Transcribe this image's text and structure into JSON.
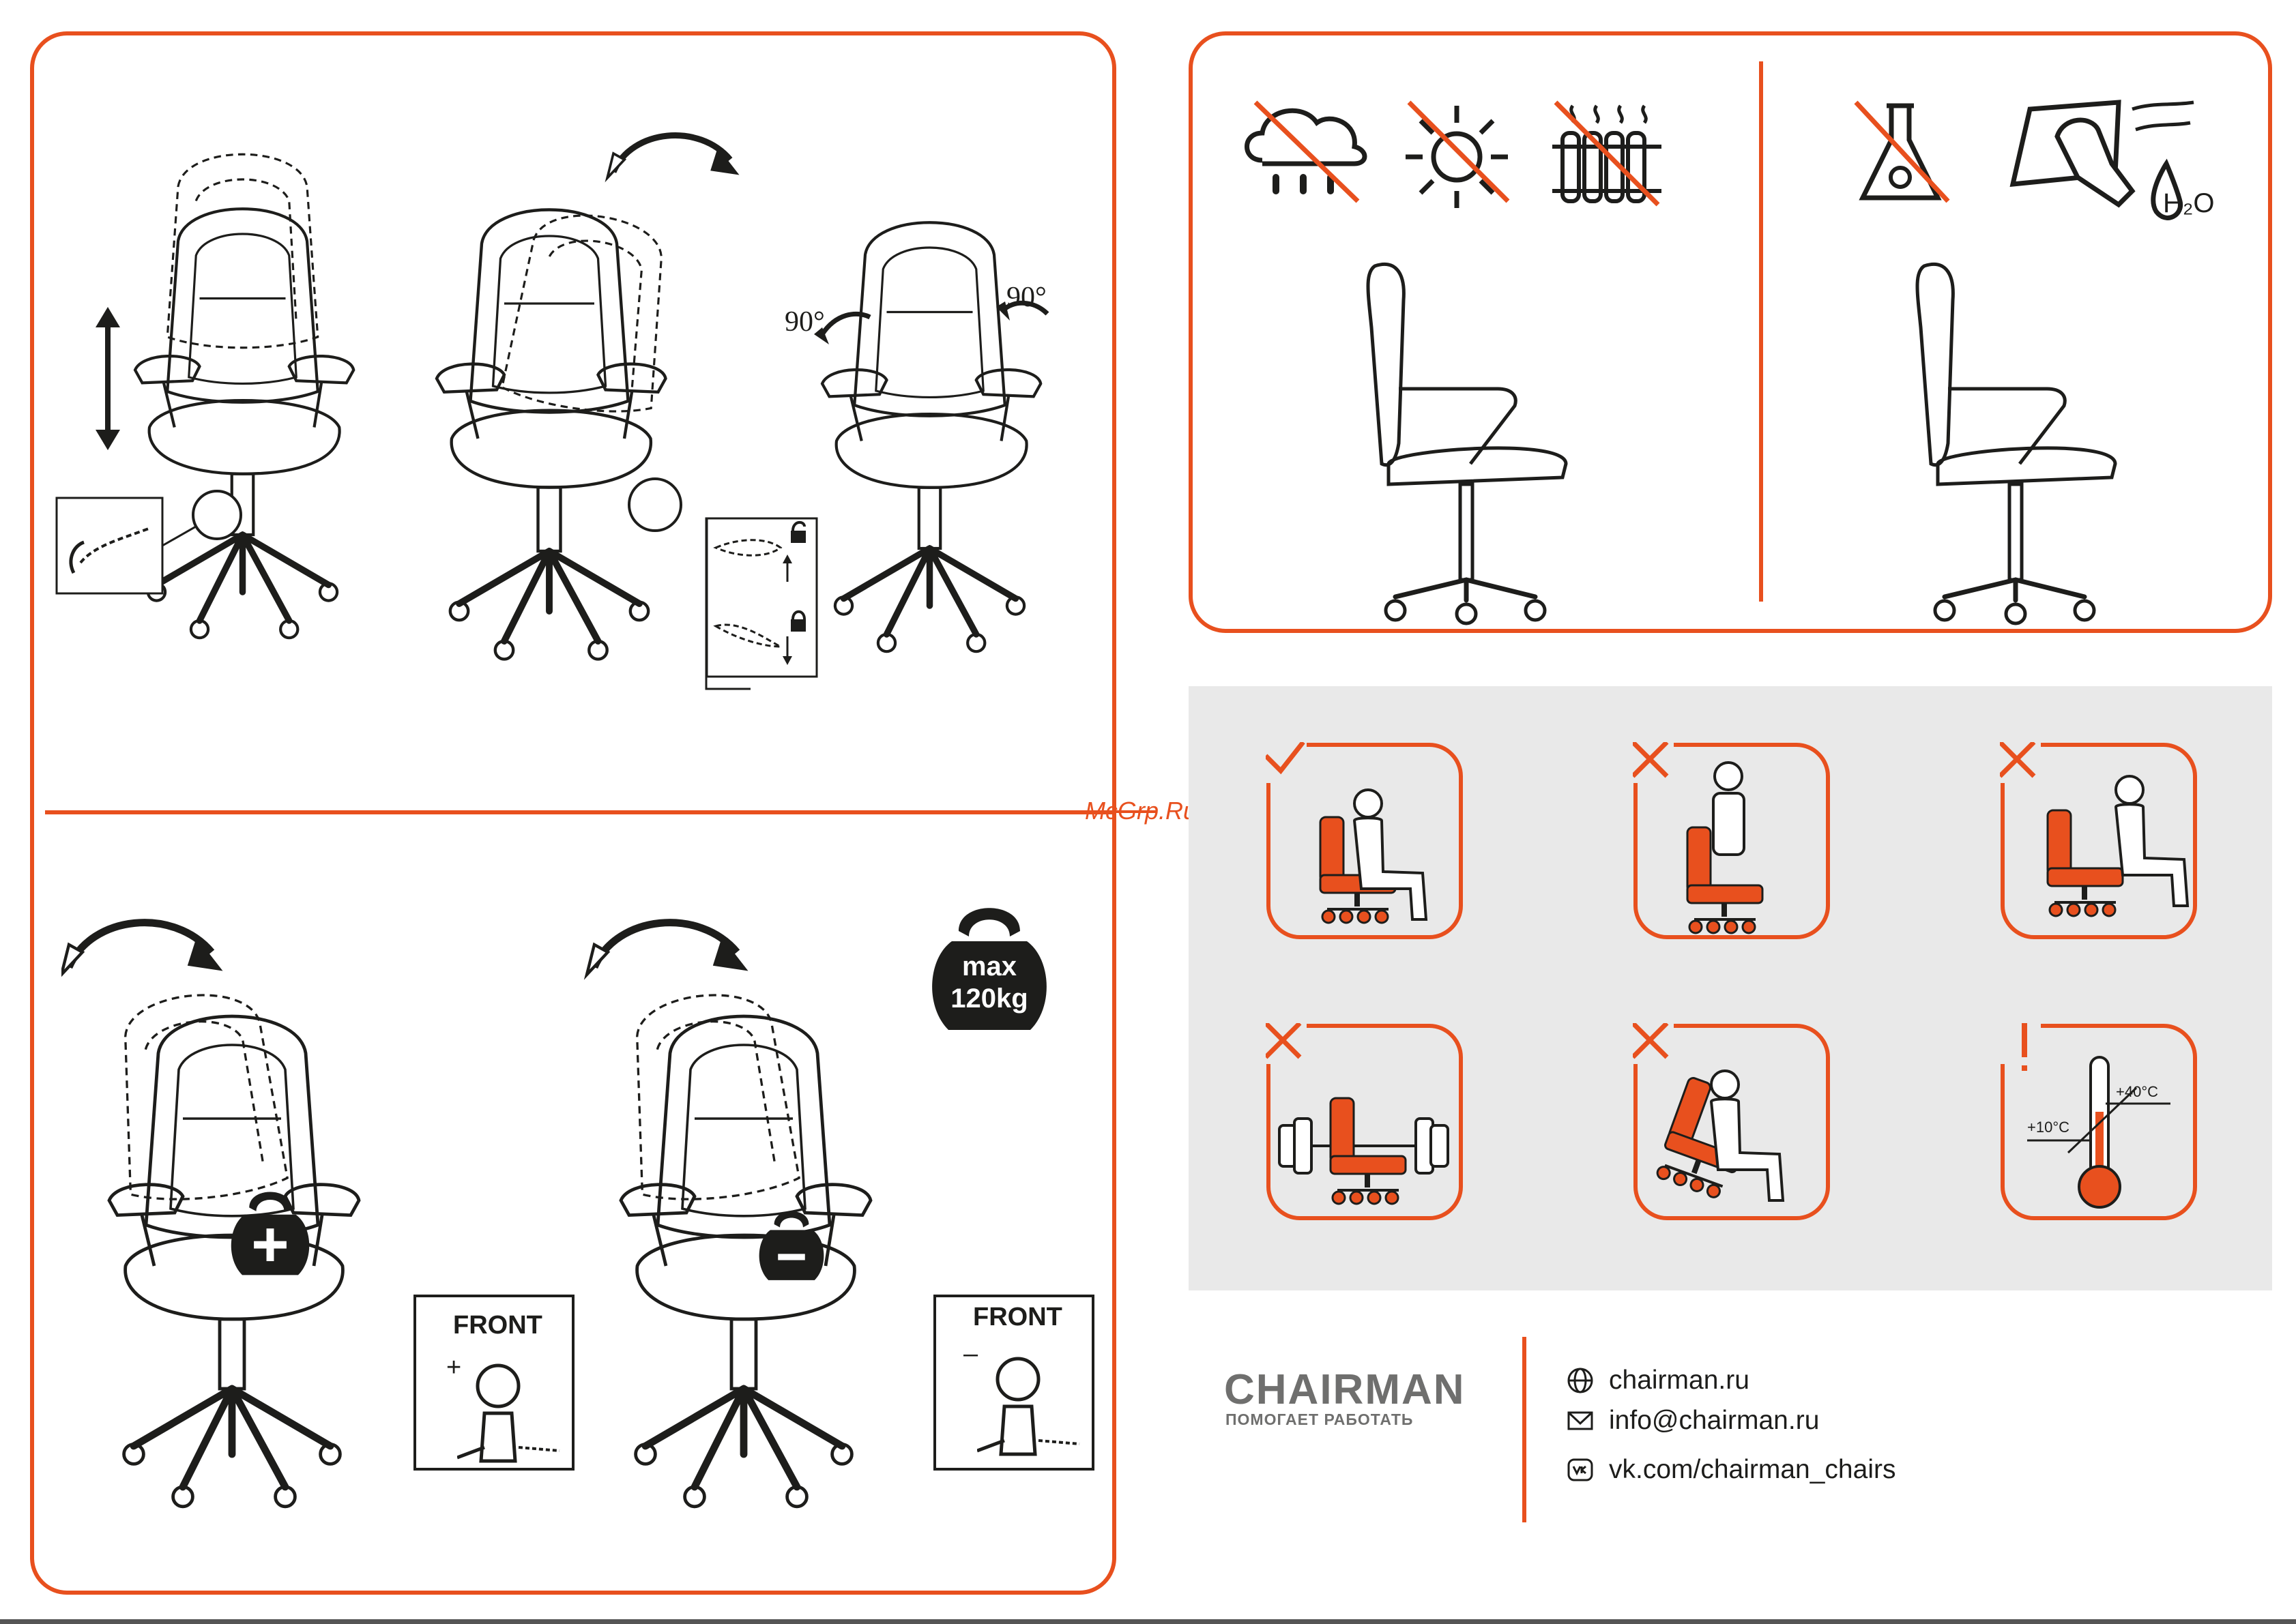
{
  "watermark": "McGrp.Ru",
  "angles": {
    "left": "90°",
    "right": "90°"
  },
  "weight": {
    "max": "max",
    "kg": "120kg"
  },
  "tilt_panels": [
    {
      "front": "FRONT",
      "sign": "+"
    },
    {
      "front": "FRONT",
      "sign": "–"
    }
  ],
  "care": {
    "h2o": "H₂O"
  },
  "usage_cards": [
    {
      "mark": "check",
      "name": "card-correct-sitting"
    },
    {
      "mark": "cross",
      "name": "card-no-standing"
    },
    {
      "mark": "cross",
      "name": "card-no-feet-on-seat"
    },
    {
      "mark": "cross",
      "name": "card-no-lifting"
    },
    {
      "mark": "cross",
      "name": "card-no-rocking"
    },
    {
      "mark": "exclaim",
      "name": "card-temperature"
    }
  ],
  "temperature": {
    "low": "+10°C",
    "high": "+40°C"
  },
  "brand": {
    "name": "CHAIRMAN",
    "tagline": "ПОМОГАЕТ РАБОТАТЬ"
  },
  "contacts": {
    "website": "chairman.ru",
    "email": "info@chairman.ru",
    "vk": "vk.com/chairman_chairs"
  },
  "colors": {
    "accent": "#e8501e",
    "ink": "#1d1d1b",
    "panel_gray": "#e9e9e9"
  }
}
